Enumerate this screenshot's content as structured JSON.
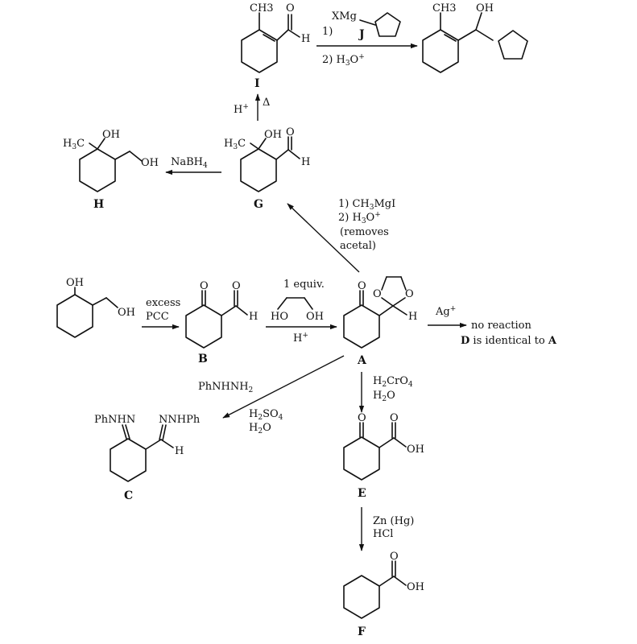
{
  "compounds": {
    "I": {
      "label": "I",
      "ch3": "CH3",
      "o": "O",
      "h": "H"
    },
    "J": {
      "label": "J",
      "reagent": "XMg"
    },
    "product_IJ": {
      "ch3": "CH3",
      "oh": "OH"
    },
    "H": {
      "label": "H",
      "h3c": "H3C",
      "oh1": "OH",
      "oh2": "OH"
    },
    "G": {
      "label": "G",
      "h3c": "H3C",
      "oh": "OH",
      "o": "O",
      "h": "H"
    },
    "start": {
      "oh1": "OH",
      "oh2": "OH"
    },
    "B": {
      "label": "B",
      "o1": "O",
      "o2": "O",
      "h": "H"
    },
    "A": {
      "label": "A",
      "o1": "O",
      "o2": "O",
      "o3": "O",
      "h": "H"
    },
    "C": {
      "label": "C",
      "left": "PhNHN",
      "right": "NNHPh",
      "h": "H"
    },
    "E": {
      "label": "E",
      "o1": "O",
      "o2": "O",
      "oh": "OH"
    },
    "F": {
      "label": "F",
      "o": "O",
      "oh": "OH"
    }
  },
  "conditions": {
    "IJ_step1": "1)",
    "IJ_step2": "2) H3O+",
    "G_to_I": "H+",
    "G_to_I_delta": "Δ",
    "G_to_H": "NaBH4",
    "A_to_G_1": "1) CH3MgI",
    "A_to_G_2": "2) H3O+",
    "A_to_G_3": "(removes",
    "A_to_G_4": "acetal)",
    "start_to_B_1": "excess",
    "start_to_B_2": "PCC",
    "B_to_A_1": "1 equiv.",
    "B_to_A_ho": "HO",
    "B_to_A_oh": "OH",
    "B_to_A_h": "H+",
    "A_Ag": "Ag+",
    "A_Ag_result": "no reaction",
    "A_Ag_note_bold": "D",
    "A_Ag_note": "is identical to",
    "A_Ag_note_bold2": "A",
    "A_to_C_1": "PhNHNH2",
    "A_to_C_2": "H2SO4",
    "A_to_C_3": "H2O",
    "A_to_E_1": "H2CrO4",
    "A_to_E_2": "H2O",
    "E_to_F_1": "Zn (Hg)",
    "E_to_F_2": "HCl"
  }
}
